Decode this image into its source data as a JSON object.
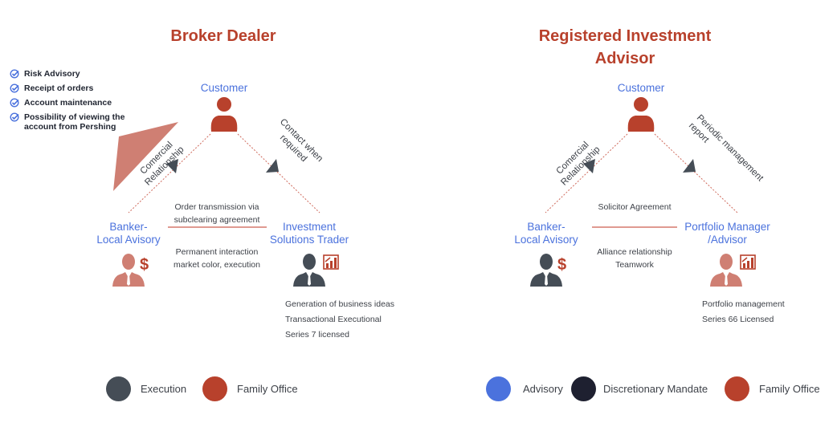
{
  "colors": {
    "title": "#b8412c",
    "node_label": "#4b72dd",
    "family_office": "#b8412c",
    "execution": "#454d56",
    "salmon": "#cf7f73",
    "advisory": "#4b72dd",
    "discretionary": "#1e2030",
    "check": "#4b72dd"
  },
  "broker_dealer": {
    "title": "Broker Dealer",
    "checklist": [
      "Risk Advisory",
      "Receipt of orders",
      "Account maintenance",
      "Possibility of viewing the account from Pershing"
    ],
    "customer": {
      "label": "Customer",
      "icon": "person-icon",
      "color_role": "family_office"
    },
    "left_node": {
      "line1": "Banker-",
      "line2": "Local Avisory",
      "icon": "businessman-dollar-icon",
      "color_role": "salmon"
    },
    "right_node": {
      "line1": "Investment",
      "line2": "Solutions Trader",
      "icon": "businessman-chart-icon",
      "color_role": "execution"
    },
    "left_edge_label": {
      "line1": "Comercial",
      "line2": "Relationship"
    },
    "right_edge_label": {
      "line1": "Contact when",
      "line2": "required"
    },
    "middle_top": {
      "line1": "Order transmission via",
      "line2": "subclearing agreement"
    },
    "middle_bottom": {
      "line1": "Permanent interaction",
      "line2": "market color, execution"
    },
    "right_desc": [
      "Generation of business ideas",
      "Transactional Executional",
      "Series 7 licensed"
    ],
    "legend": [
      {
        "label": "Execution",
        "color": "#454d56"
      },
      {
        "label": "Family Office",
        "color": "#b8412c"
      }
    ]
  },
  "ria": {
    "title_line1": "Registered Investment",
    "title_line2": "Advisor",
    "customer": {
      "label": "Customer",
      "icon": "person-icon",
      "color_role": "family_office"
    },
    "left_node": {
      "line1": "Banker-",
      "line2": "Local Avisory",
      "icon": "businessman-dollar-icon",
      "color_role": "execution"
    },
    "right_node": {
      "line1": "Portfolio Manager",
      "line2": "/Advisor",
      "icon": "businessman-chart-icon",
      "color_role": "salmon"
    },
    "left_edge_label": {
      "line1": "Comercial",
      "line2": "Relationship"
    },
    "right_edge_label": {
      "line1": "Periodic management",
      "line2": "report"
    },
    "middle_top": {
      "line1": "Solicitor Agreement"
    },
    "middle_bottom": {
      "line1": "Alliance relationship",
      "line2": "Teamwork"
    },
    "right_desc": [
      "Portfolio management",
      "Series 66 Licensed"
    ],
    "legend": [
      {
        "label": "Advisory",
        "color": "#4b72dd"
      },
      {
        "label": "Discretionary Mandate",
        "color": "#1e2030"
      },
      {
        "label": "Family Office",
        "color": "#b8412c"
      }
    ]
  }
}
